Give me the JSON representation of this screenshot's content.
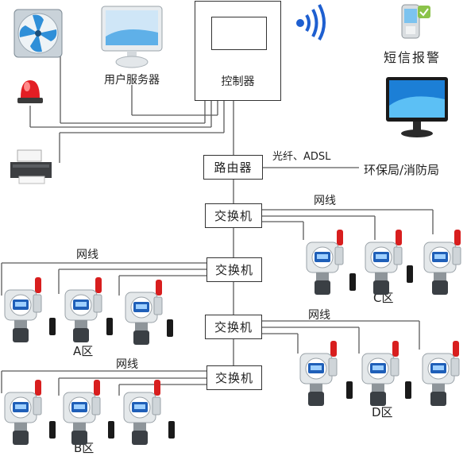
{
  "devices": {
    "server_label": "用户服务器",
    "controller_label": "控制器",
    "sms_label": "短信报警",
    "fan": "exhaust-fan-icon",
    "alarm": "red-alarm-light-icon",
    "printer": "printer-icon",
    "wireless": "wireless-signal-icon",
    "phone": "mobile-phone-icon",
    "monitor": "monitor-icon"
  },
  "router": {
    "label": "路由器",
    "link_label": "光纤、ADSL",
    "external_label": "环保局/消防局"
  },
  "switches": [
    "交换机",
    "交换机",
    "交换机",
    "交换机"
  ],
  "network_labels": [
    "网线",
    "网线",
    "网线",
    "网线"
  ],
  "zones": {
    "a": "A区",
    "b": "B区",
    "c": "C区",
    "d": "D区"
  },
  "colors": {
    "line": "#5a5a5a",
    "alarm_red": "#d81e1e",
    "detector_body": "#e4e8ea",
    "display_blue": "#1f5fb8",
    "sensor_dark": "#3a3f44",
    "screen_blue": "#1c7fd6"
  }
}
